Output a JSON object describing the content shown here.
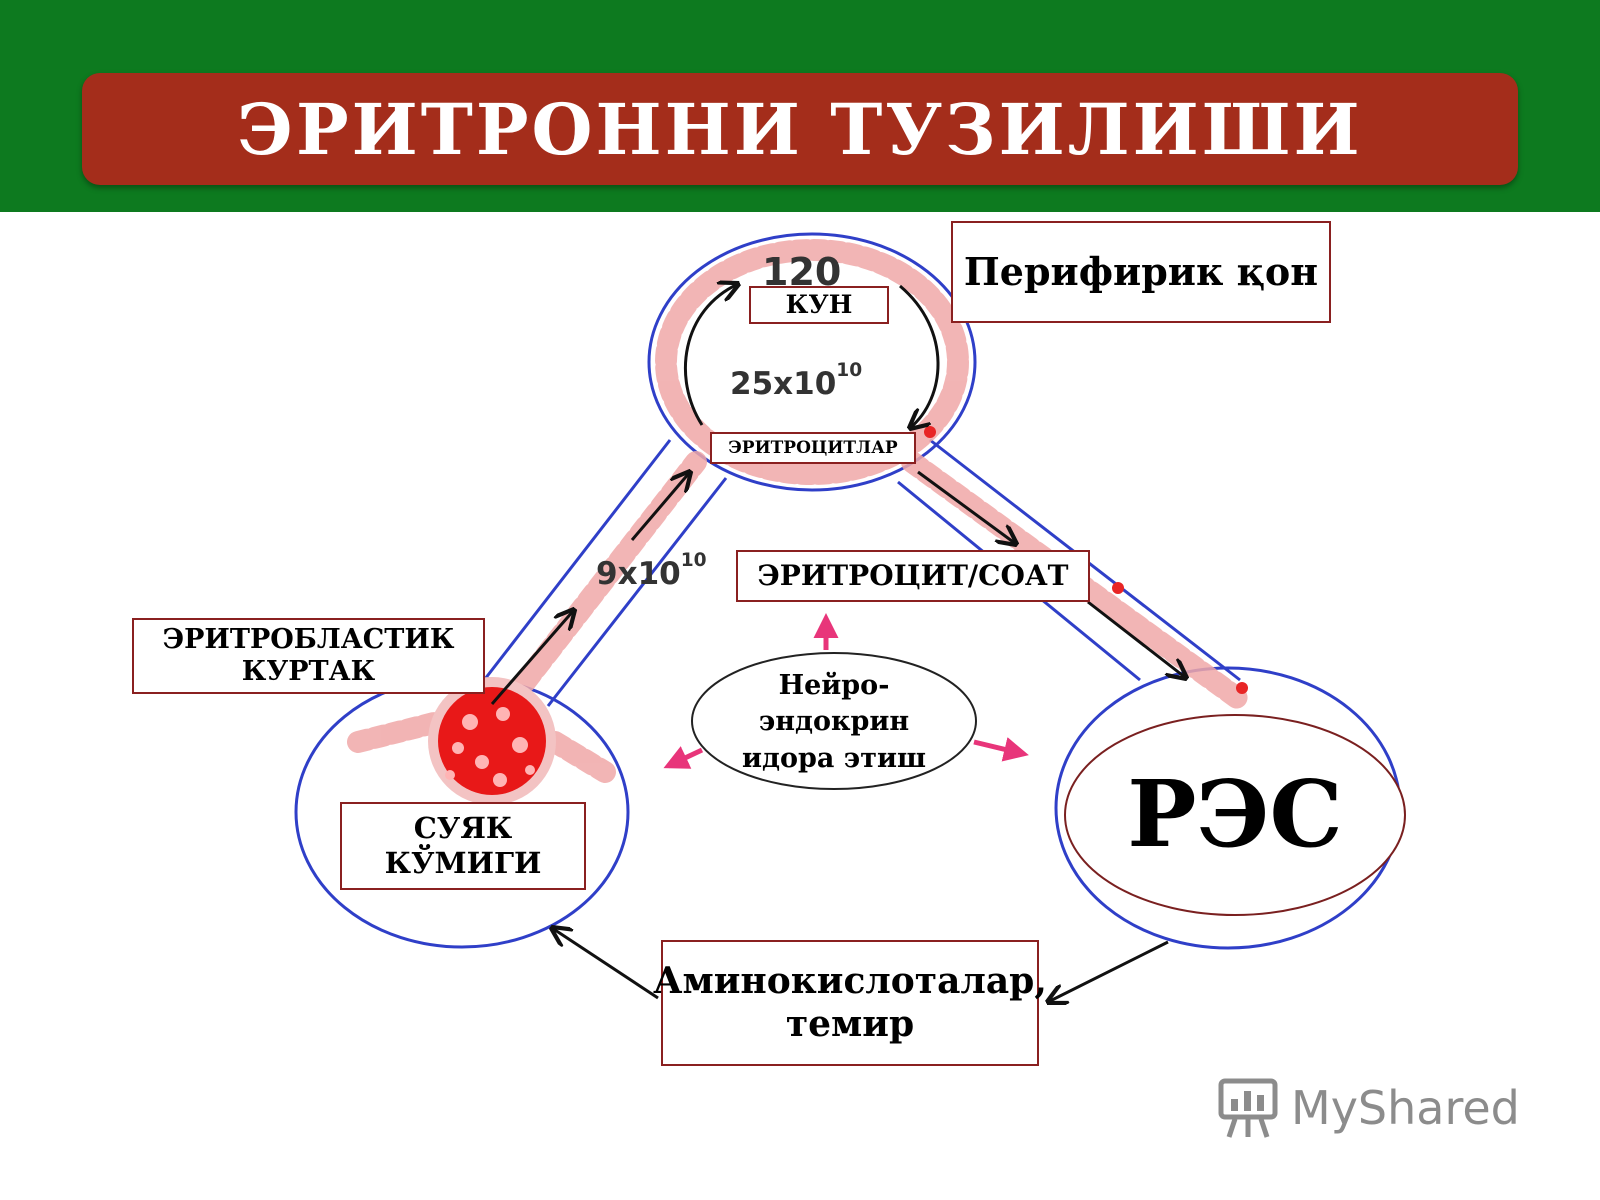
{
  "title": "ЭРИТРОННИ ТУЗИЛИШИ",
  "labels": {
    "peripheral_blood": "Перифирик қон",
    "day": "КУН",
    "erythrocytes": "ЭРИТРОЦИТЛАР",
    "erythrocyte_per_hour": "ЭРИТРОЦИТ/СОАТ",
    "erythroblastic_sprout_line1": "ЭРИТРОБЛАСТИК",
    "erythroblastic_sprout_line2": "КУРТАК",
    "bone_marrow_line1": "СУЯК",
    "bone_marrow_line2": "КЎМИГИ",
    "amino_acids_line1": "Аминокислоталар,",
    "amino_acids_line2": "темир",
    "neuroendocrine_line1": "Нейро-",
    "neuroendocrine_line2": "эндокрин",
    "neuroendocrine_line3": "идора этиш",
    "res": "РЭС"
  },
  "numbers": {
    "lifespan_days": "120",
    "circulating_base": "25x10",
    "circulating_exp": "10",
    "production_base": "9x10",
    "production_exp": "10"
  },
  "watermark": "MyShared",
  "colors": {
    "header_green": "#0d7a1f",
    "banner_red": "#a42d1b",
    "vessel_blue": "#2f3fc8",
    "cell_pink": "#f0a8a8",
    "marrow_red": "#e81818",
    "arrow_pink": "#e8357a",
    "label_border": "#8a2020"
  },
  "icons": [
    "arrow-icon",
    "presentation-logo-icon"
  ]
}
